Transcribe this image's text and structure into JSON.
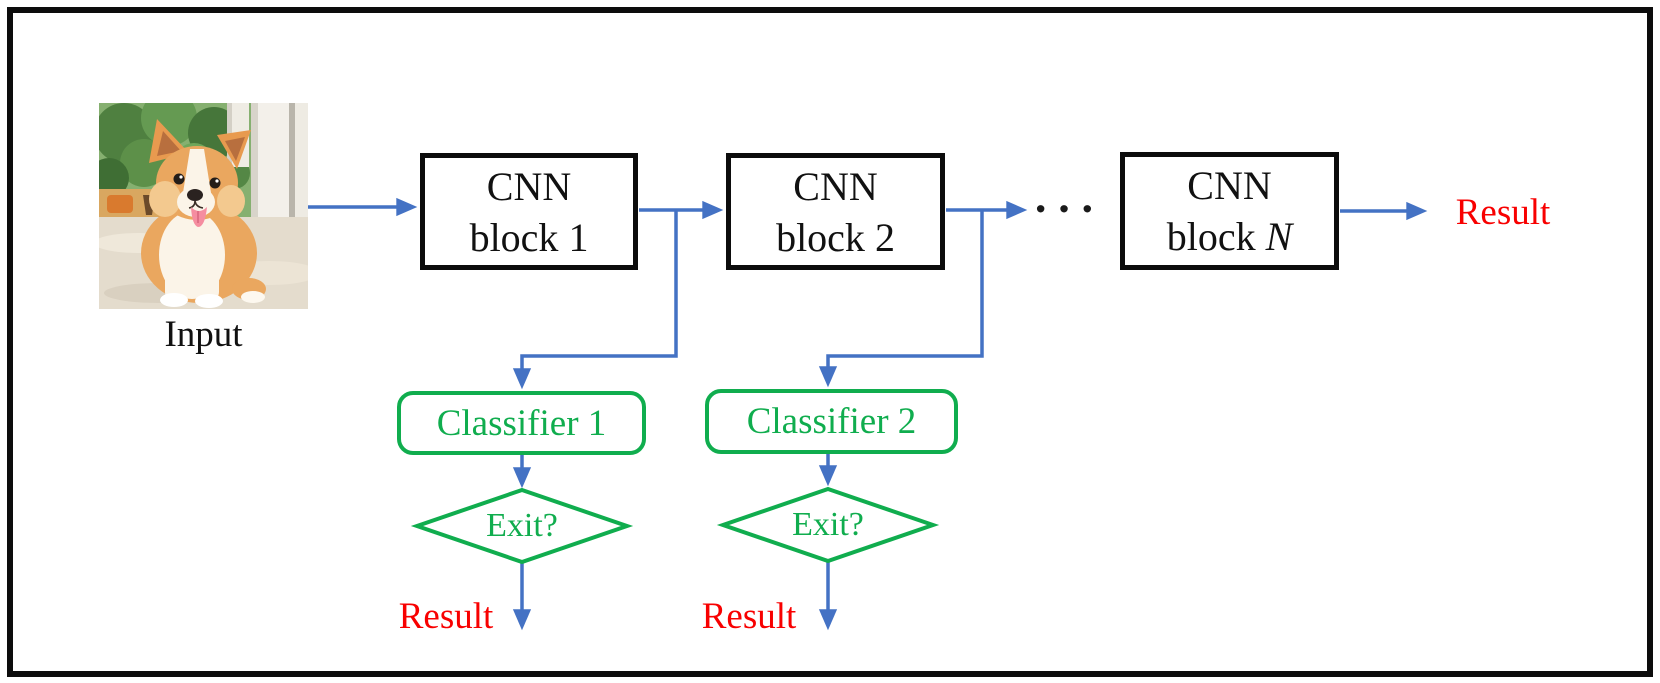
{
  "figure": {
    "type": "early-exit CNN pipeline flowchart",
    "colors": {
      "arrow_blue": "#4472C4",
      "shape_green": "#10AD4E",
      "result_red": "#F80000",
      "block_black": "#0C0C0C"
    }
  },
  "input": {
    "label": "Input",
    "image_desc": "Corgi puppy photo"
  },
  "pipeline": {
    "blocks": [
      {
        "line1": "CNN",
        "line2_prefix": "block ",
        "line2_var": "1"
      },
      {
        "line1": "CNN",
        "line2_prefix": "block ",
        "line2_var": "2"
      },
      {
        "line1": "CNN",
        "line2_prefix": "block ",
        "line2_var": "N"
      }
    ],
    "ellipsis": "···",
    "final_result_label": "Result"
  },
  "exits": [
    {
      "classifier_label": "Classifier 1",
      "decision_label": "Exit?",
      "result_label": "Result"
    },
    {
      "classifier_label": "Classifier 2",
      "decision_label": "Exit?",
      "result_label": "Result"
    }
  ]
}
